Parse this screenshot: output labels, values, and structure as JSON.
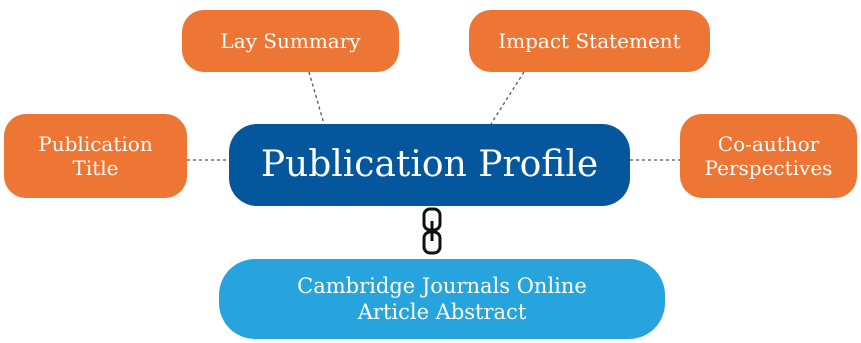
{
  "nodes": {
    "lay_summary": "Lay Summary",
    "impact_statement": "Impact Statement",
    "publication_title": [
      "Publication",
      "Title"
    ],
    "coauthor_perspectives": [
      "Co-author",
      "Perspectives"
    ],
    "publication_profile": "Publication Profile",
    "journal_abstract": [
      "Cambridge Journals Online",
      "Article Abstract"
    ]
  },
  "icons": {
    "link": "chain-link-icon"
  },
  "colors": {
    "orange_node": "#ee7634",
    "main_node": "#05579d",
    "abstract_node": "#27a4dd",
    "connector": "#555555"
  }
}
